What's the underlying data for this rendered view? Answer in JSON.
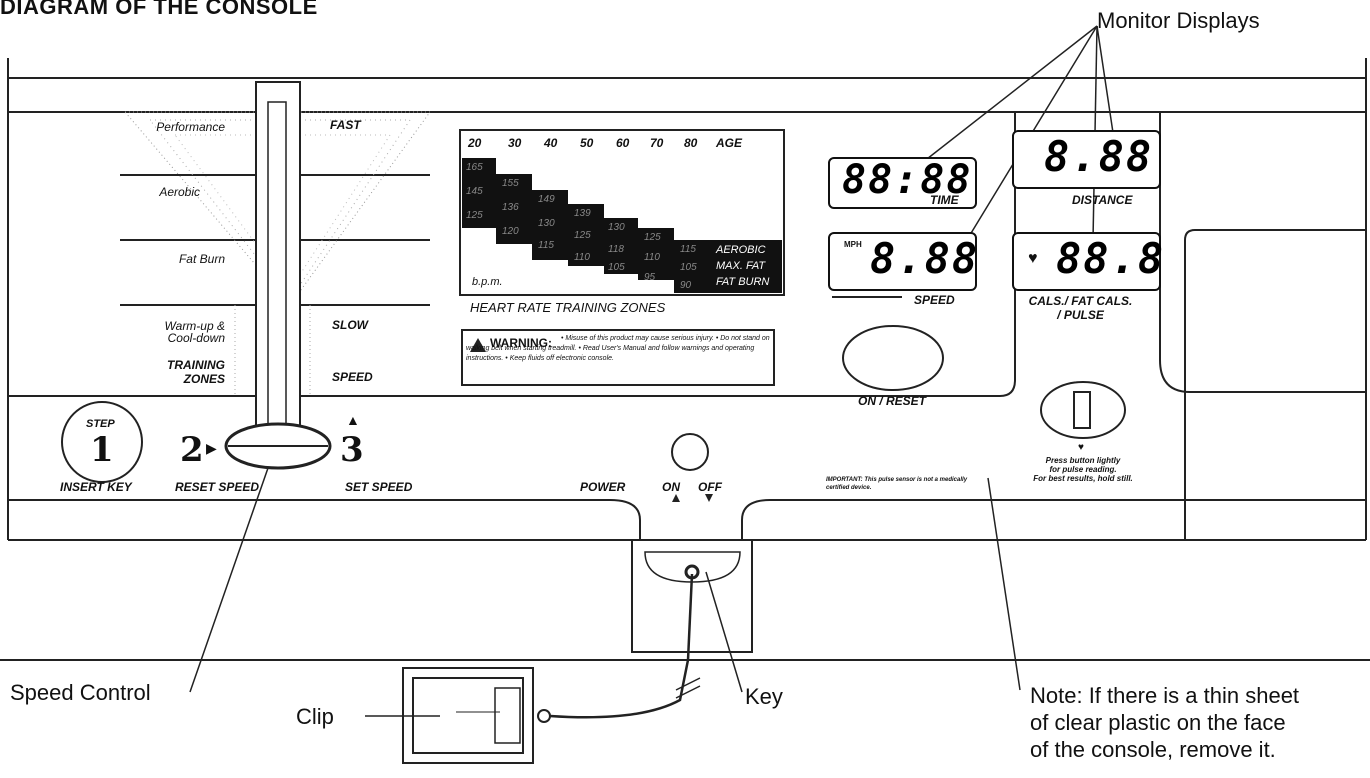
{
  "header": {
    "title": "DIAGRAM OF THE CONSOLE"
  },
  "callouts": {
    "monitor_displays": "Monitor Displays",
    "speed_control": "Speed Control",
    "clip": "Clip",
    "key": "Key",
    "note": [
      "Note: If there is a thin sheet",
      "of clear plastic on the face",
      "of the console, remove it."
    ]
  },
  "zones": {
    "performance": "Performance",
    "aerobic": "Aerobic",
    "fat_burn": "Fat Burn",
    "warmup": [
      "Warm-up &",
      "Cool-down"
    ],
    "training_zones": [
      "TRAINING",
      "ZONES"
    ],
    "fast": "FAST",
    "slow": "SLOW",
    "speed": "SPEED"
  },
  "steps": {
    "step_word": "STEP",
    "step1": "1",
    "step2": "2",
    "step3": "3",
    "insert_key": "INSERT KEY",
    "reset_speed": "RESET SPEED",
    "set_speed": "SET SPEED"
  },
  "hr_chart": {
    "ages": [
      "20",
      "30",
      "40",
      "50",
      "60",
      "70",
      "80",
      "AGE"
    ],
    "aerobic_values": [
      "165",
      "155",
      "149",
      "139",
      "130",
      "125",
      "115"
    ],
    "maxfat_values": [
      "145",
      "136",
      "130",
      "125",
      "118",
      "110",
      "105"
    ],
    "fatburn_values": [
      "125",
      "120",
      "115",
      "110",
      "105",
      "95",
      "90"
    ],
    "bpm": "b.p.m.",
    "row_labels": [
      "AEROBIC",
      "MAX. FAT",
      "FAT BURN"
    ],
    "title": "HEART RATE TRAINING ZONES"
  },
  "warning": {
    "head": "WARNING:",
    "text": "• Misuse of this product may cause serious injury. • Do not stand on walking belt when starting treadmill. • Read User's Manual and follow warnings and operating instructions. • Keep fluids off electronic console."
  },
  "displays": {
    "time_digits": "88:88",
    "time_label": "TIME",
    "distance_digits": "8.88",
    "distance_label": "DISTANCE",
    "speed_unit": "MPH",
    "speed_digits": "8.88",
    "speed_label": "SPEED",
    "cals_digits": "88.8",
    "cals_label": [
      "CALS./ FAT CALS.",
      "/ PULSE"
    ],
    "heart_glyph": "♥"
  },
  "controls": {
    "on_reset": "ON / RESET",
    "power": "POWER",
    "on": "ON",
    "off": "OFF",
    "important": "IMPORTANT: This pulse sensor is not a medically certified device.",
    "pulse_text": [
      "Press button lightly",
      "for pulse reading.",
      "For best results, hold still."
    ]
  }
}
